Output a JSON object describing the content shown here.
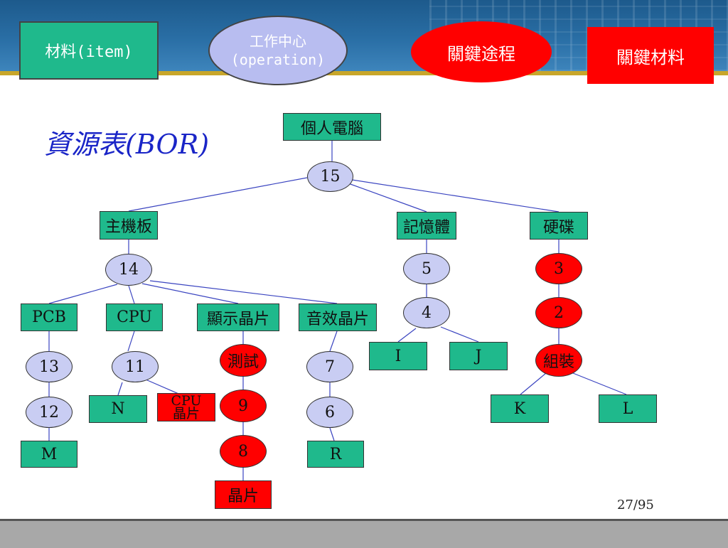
{
  "legend": {
    "item": "材料(item)",
    "operation_line1": "工作中心",
    "operation_line2": "(operation)",
    "critical_path": "關鍵途程",
    "critical_material": "關鍵材料"
  },
  "title": "資源表(BOR)",
  "nodes": {
    "pc": "個人電腦",
    "op15": "15",
    "mainboard": "主機板",
    "memory": "記憶體",
    "disk": "硬碟",
    "op14": "14",
    "op5": "5",
    "op3": "3",
    "pcb": "PCB",
    "cpu": "CPU",
    "graphics": "顯示晶片",
    "audio": "音效晶片",
    "op4": "4",
    "op2": "2",
    "op13": "13",
    "op11": "11",
    "test": "測試",
    "op7": "7",
    "item_i": "I",
    "item_j": "J",
    "assembly": "組裝",
    "op12": "12",
    "item_n": "N",
    "cpu_chip_line1": "CPU",
    "cpu_chip_line2": "晶片",
    "op9": "9",
    "op6": "6",
    "item_k": "K",
    "item_l": "L",
    "item_m": "M",
    "op8": "8",
    "item_r": "R",
    "chip": "晶片"
  },
  "page_number": "27/95"
}
